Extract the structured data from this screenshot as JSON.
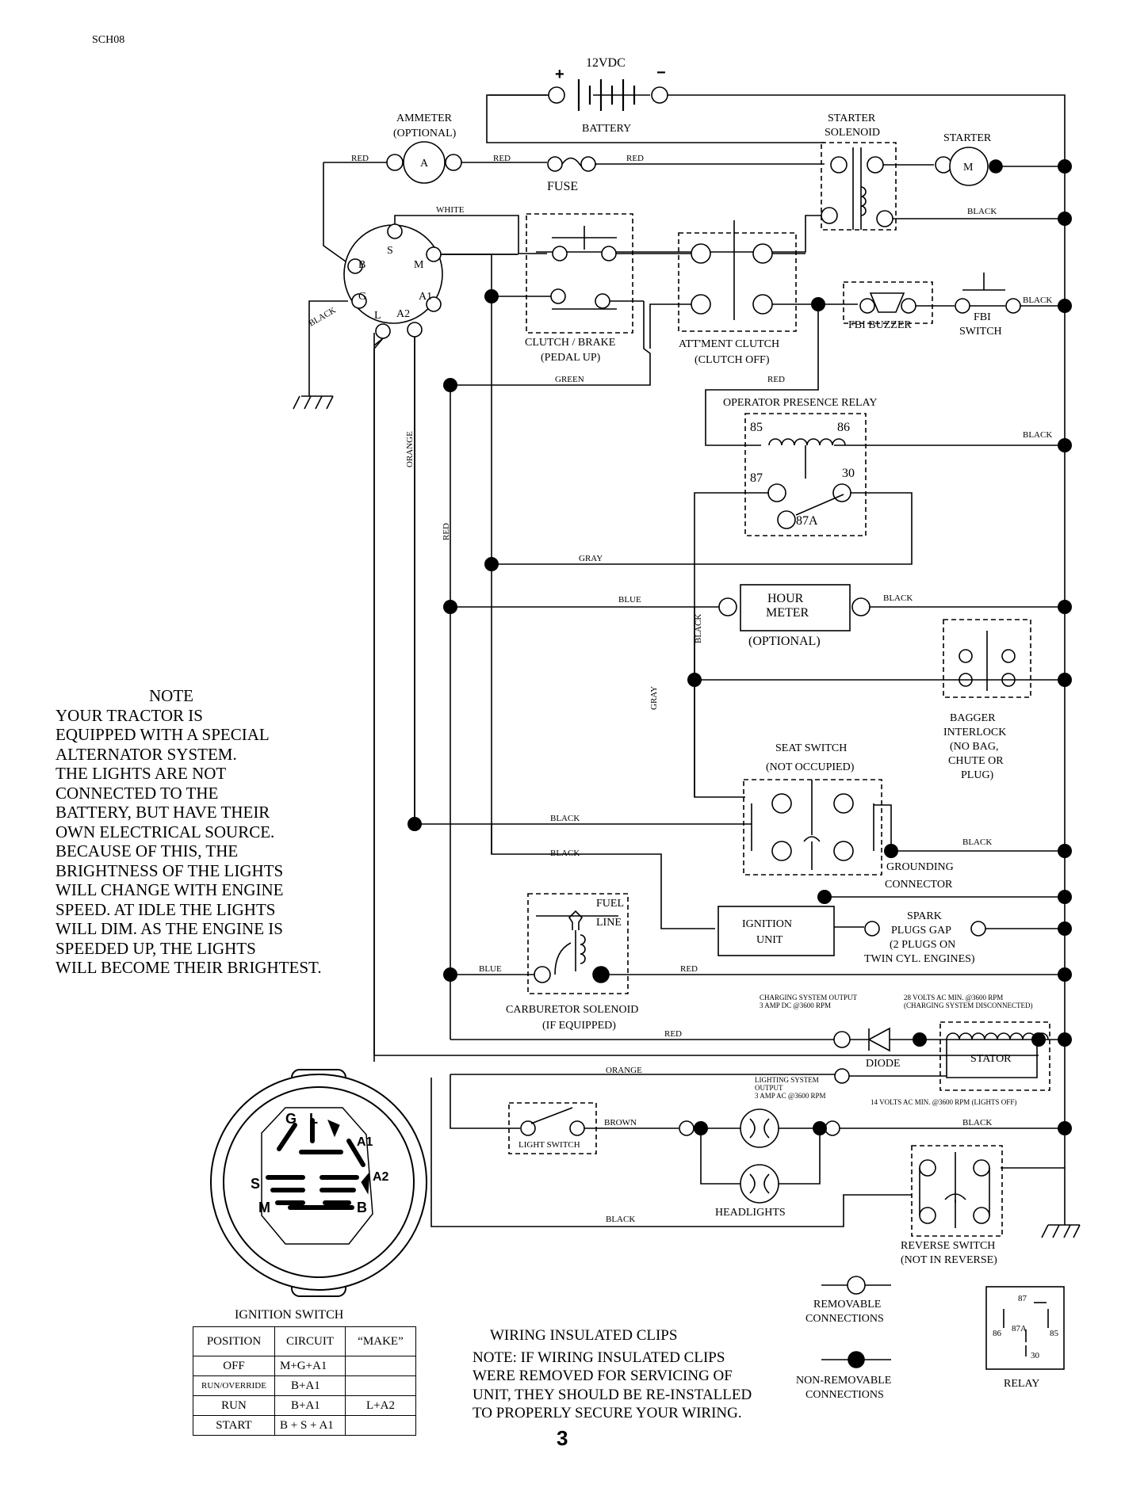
{
  "header": {
    "code": "SCH08",
    "page_number": "3"
  },
  "battery": {
    "voltage": "12VDC",
    "label": "BATTERY",
    "plus": "+",
    "minus": "−"
  },
  "components": {
    "ammeter": {
      "line1": "AMMETER",
      "line2": "(OPTIONAL)",
      "symbol": "A"
    },
    "fuse": "FUSE",
    "starter_solenoid": {
      "line1": "STARTER",
      "line2": "SOLENOID"
    },
    "starter": {
      "label": "STARTER",
      "symbol": "M"
    },
    "clutch_brake": {
      "line1": "CLUTCH / BRAKE",
      "line2": "(PEDAL UP)"
    },
    "attachment_clutch": {
      "line1": "ATT'MENT CLUTCH",
      "line2": "(CLUTCH OFF)"
    },
    "fbi_buzzer": "FBI BUZZER",
    "fbi_switch": {
      "line1": "FBI",
      "line2": "SWITCH"
    },
    "operator_relay": {
      "label": "OPERATOR PRESENCE RELAY",
      "t85": "85",
      "t86": "86",
      "t87": "87",
      "t30": "30",
      "t87a": "87A"
    },
    "hour_meter": {
      "line1": "HOUR",
      "line2": "METER",
      "line3": "(OPTIONAL)"
    },
    "bagger_interlock": {
      "line1": "BAGGER",
      "line2": "INTERLOCK",
      "line3": "(NO BAG,",
      "line4": "CHUTE OR",
      "line5": "PLUG)"
    },
    "seat_switch": {
      "line1": "SEAT SWITCH",
      "line2": "(NOT OCCUPIED)"
    },
    "grounding_connector": {
      "line1": "GROUNDING",
      "line2": "CONNECTOR"
    },
    "fuel_line": {
      "line1": "FUEL",
      "line2": "LINE"
    },
    "carburetor_solenoid": {
      "line1": "CARBURETOR SOLENOID",
      "line2": "(IF EQUIPPED)"
    },
    "ignition_unit": {
      "line1": "IGNITION",
      "line2": "UNIT"
    },
    "spark_plugs": {
      "line1": "SPARK",
      "line2": "PLUGS GAP",
      "line3": "(2 PLUGS ON",
      "line4": "TWIN CYL. ENGINES)"
    },
    "charging_output": {
      "line1": "CHARGING SYSTEM OUTPUT",
      "line2": "3 AMP DC @3600 RPM"
    },
    "volts_28": {
      "line1": "28 VOLTS AC MIN. @3600 RPM",
      "line2": "(CHARGING SYSTEM DISCONNECTED)"
    },
    "diode": "DIODE",
    "stator": "STATOR",
    "lighting_output": {
      "line1": "LIGHTING SYSTEM",
      "line2": "OUTPUT",
      "line3": "3 AMP AC @3600 RPM"
    },
    "volts_14": "14 VOLTS AC MIN. @3600 RPM (LIGHTS OFF)",
    "light_switch": "LIGHT SWITCH",
    "headlights": "HEADLIGHTS",
    "reverse_switch": {
      "line1": "REVERSE SWITCH",
      "line2": "(NOT IN REVERSE)"
    },
    "ignition_switch_terminals": {
      "B": "B",
      "S": "S",
      "M": "M",
      "G": "G",
      "L": "L",
      "A1": "A1",
      "A2": "A2"
    }
  },
  "wires": {
    "red": "RED",
    "white": "WHITE",
    "black": "BLACK",
    "green": "GREEN",
    "orange": "ORANGE",
    "gray": "GRAY",
    "blue": "BLUE",
    "brown": "BROWN"
  },
  "note": {
    "title": "NOTE",
    "lines": [
      "YOUR TRACTOR IS",
      "EQUIPPED WITH A SPECIAL",
      "ALTERNATOR SYSTEM.",
      "THE LIGHTS ARE NOT",
      "CONNECTED TO THE",
      "BATTERY, BUT HAVE THEIR",
      "OWN ELECTRICAL SOURCE.",
      "BECAUSE OF THIS, THE",
      "BRIGHTNESS OF THE LIGHTS",
      "WILL CHANGE WITH ENGINE",
      "SPEED.  AT IDLE THE LIGHTS",
      "WILL DIM.  AS THE ENGINE IS",
      "SPEEDED UP, THE LIGHTS",
      "WILL BECOME THEIR BRIGHTEST."
    ]
  },
  "ignition_switch": {
    "title": "IGNITION SWITCH",
    "columns": [
      "POSITION",
      "CIRCUIT",
      "“MAKE”"
    ],
    "rows": [
      {
        "position": "OFF",
        "circuit": "M+G+A1",
        "make": ""
      },
      {
        "position": "RUN/OVERRIDE",
        "circuit": "B+A1",
        "make": ""
      },
      {
        "position": "RUN",
        "circuit": "B+A1",
        "make": "L+A2"
      },
      {
        "position": "START",
        "circuit": "B + S + A1",
        "make": ""
      }
    ]
  },
  "clips_note": {
    "title": "WIRING INSULATED CLIPS",
    "lines": [
      "NOTE:  IF WIRING INSULATED CLIPS",
      "WERE REMOVED FOR SERVICING OF",
      " UNIT, THEY SHOULD BE RE-INSTALLED",
      "TO PROPERLY SECURE YOUR WIRING."
    ]
  },
  "legend": {
    "removable": {
      "line1": "REMOVABLE",
      "line2": "CONNECTIONS"
    },
    "non_removable": {
      "line1": "NON-REMOVABLE",
      "line2": "CONNECTIONS"
    },
    "relay": {
      "label": "RELAY",
      "t87": "87",
      "t87a": "87A",
      "t86": "86",
      "t85": "85",
      "t30": "30"
    }
  }
}
